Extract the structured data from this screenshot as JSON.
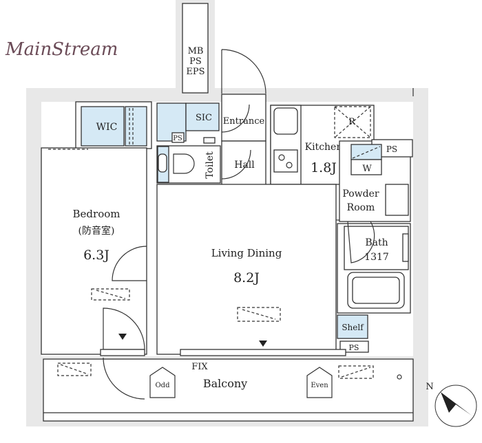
{
  "logo": {
    "text": "MainStream"
  },
  "rooms": {
    "shaft": [
      "MB",
      "PS",
      "EPS"
    ],
    "wic": "WIC",
    "sic": "SIC",
    "ps_toilet": "PS",
    "toilet": "Toilet",
    "entrance": "Entrance",
    "hall": "Hall",
    "kitchen": {
      "name": "Kitchen",
      "size": "1.8J"
    },
    "fridge": "R",
    "washer": "W",
    "ps_kitchen": "PS",
    "powder_room": [
      "Powder",
      "Room"
    ],
    "bath": {
      "name": "Bath",
      "size": "1317"
    },
    "shelf": "Shelf",
    "ps_shelf": "PS",
    "bedroom": {
      "name": "Bedroom",
      "note": "(防音室)",
      "size": "6.3J"
    },
    "living": {
      "name": "Living Dining",
      "size": "8.2J"
    },
    "balcony": {
      "name": "Balcony",
      "fix": "FIX",
      "odd": "Odd",
      "even": "Even"
    }
  },
  "compass": {
    "label": "N"
  },
  "colors": {
    "wall": "#e8e8e8",
    "fixture": "#d5e9f5",
    "line": "#333333"
  }
}
